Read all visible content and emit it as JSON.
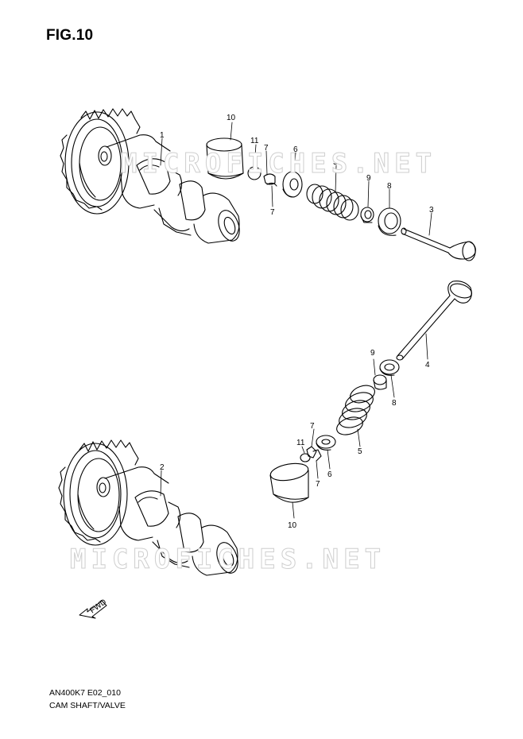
{
  "figure": {
    "title": "FIG.10",
    "model_code": "AN400K7 E02_010",
    "name": "CAM SHAFT/VALVE"
  },
  "watermark": "MICROFICHES.NET",
  "forward_arrow_label": "FWD",
  "part_labels": {
    "p1": "1",
    "p2": "2",
    "p3": "3",
    "p4": "4",
    "p5_top": "5",
    "p5_bottom": "5",
    "p6_top": "6",
    "p6_bottom": "6",
    "p7_top_a": "7",
    "p7_top_b": "7",
    "p7_bottom_a": "7",
    "p7_bottom_b": "7",
    "p8_top": "8",
    "p8_bottom": "8",
    "p9_top": "9",
    "p9_bottom": "9",
    "p10_top": "10",
    "p10_bottom": "10",
    "p11_top": "11",
    "p11_bottom": "11"
  }
}
